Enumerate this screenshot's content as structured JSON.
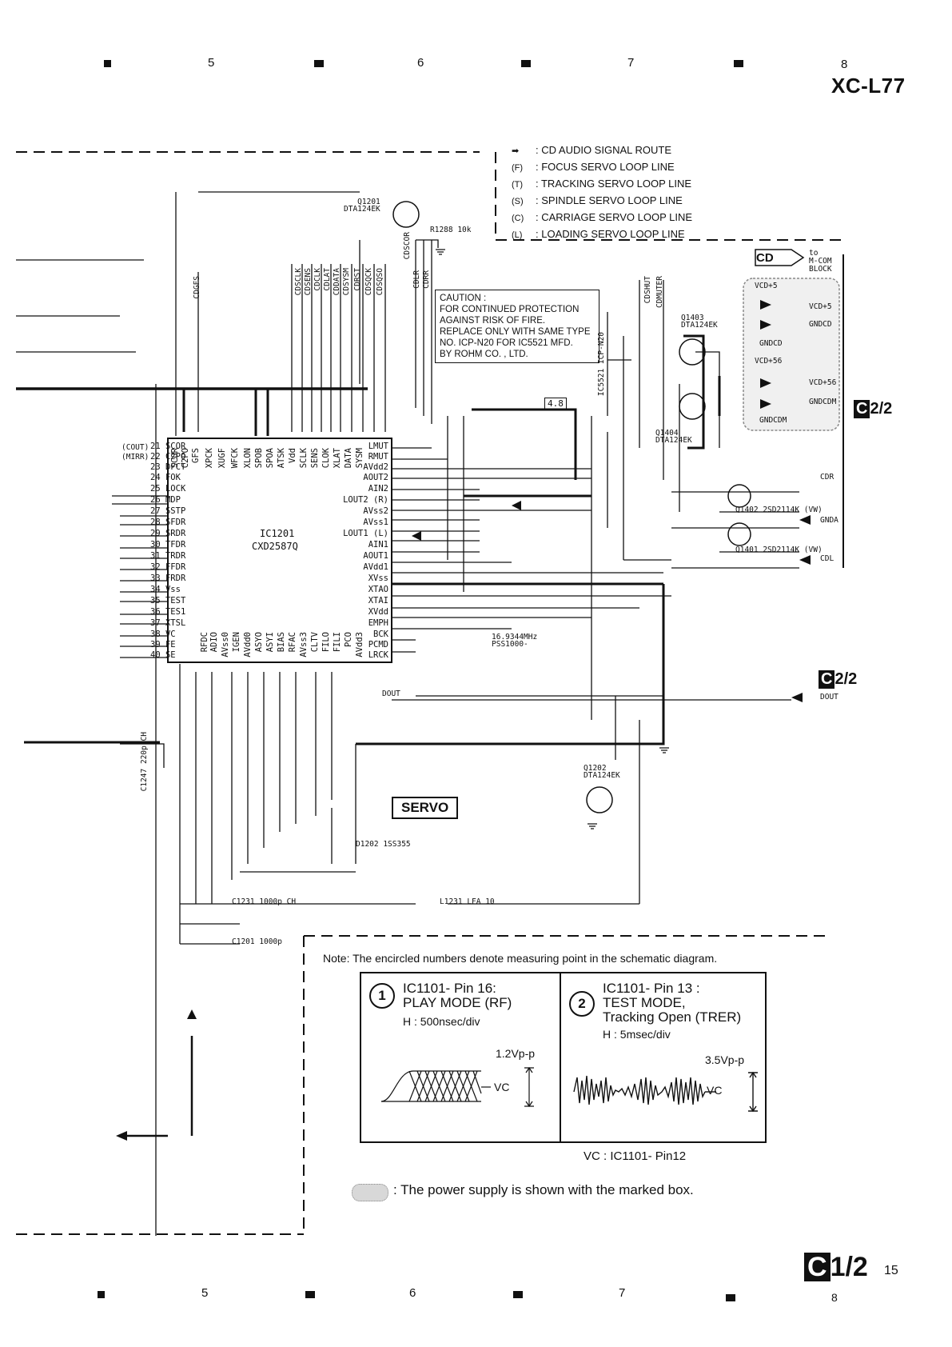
{
  "header": {
    "model": "XC-L77",
    "zones_top": [
      "5",
      "6",
      "7",
      "8"
    ],
    "zones_bottom": [
      "5",
      "6",
      "7",
      "8"
    ]
  },
  "legend": [
    {
      "symbol": "arrow",
      "text": ": CD AUDIO SIGNAL ROUTE"
    },
    {
      "symbol": "(F)",
      "text": ": FOCUS SERVO LOOP LINE"
    },
    {
      "symbol": "(T)",
      "text": ": TRACKING SERVO LOOP LINE"
    },
    {
      "symbol": "(S)",
      "text": ": SPINDLE SERVO LOOP LINE"
    },
    {
      "symbol": "(C)",
      "text": ": CARRIAGE SERVO LOOP LINE"
    },
    {
      "symbol": "(L)",
      "text": ": LOADING SERVO LOOP LINE"
    }
  ],
  "caution": [
    "CAUTION :",
    "FOR CONTINUED PROTECTION",
    "AGAINST RISK OF FIRE.",
    "REPLACE ONLY WITH SAME TYPE",
    "NO. ICP-N20 FOR IC5521 MFD.",
    "BY ROHM CO. , LTD."
  ],
  "ic": {
    "ref": "IC1201",
    "part": "CXD2587Q",
    "left_pins": [
      {
        "num": "21",
        "name": "SCOR"
      },
      {
        "num": "22",
        "name": "C2PO"
      },
      {
        "num": "23",
        "name": "DFCT"
      },
      {
        "num": "24",
        "name": "FOK"
      },
      {
        "num": "25",
        "name": "LOCK"
      },
      {
        "num": "26",
        "name": "MDP"
      },
      {
        "num": "27",
        "name": "SSTP"
      },
      {
        "num": "28",
        "name": "SFDR"
      },
      {
        "num": "29",
        "name": "SRDR"
      },
      {
        "num": "30",
        "name": "TFDR"
      },
      {
        "num": "31",
        "name": "TRDR"
      },
      {
        "num": "32",
        "name": "FFDR"
      },
      {
        "num": "33",
        "name": "FRDR"
      },
      {
        "num": "34",
        "name": "Vss"
      },
      {
        "num": "35",
        "name": "TEST"
      },
      {
        "num": "36",
        "name": "TES1"
      },
      {
        "num": "37",
        "name": "XTSL"
      },
      {
        "num": "38",
        "name": "VC"
      },
      {
        "num": "39",
        "name": "FE"
      },
      {
        "num": "40",
        "name": "SE"
      }
    ],
    "right_pins": [
      "LMUT",
      "RMUT",
      "AVdd2",
      "AOUT2",
      "AIN2",
      "LOUT2 (R)",
      "AVss2",
      "AVss1",
      "LOUT1 (L)",
      "AIN1",
      "AOUT1",
      "AVdd1",
      "XVss",
      "XTAO",
      "XTAI",
      "XVdd",
      "EMPH",
      "BCK",
      "PCMD",
      "LRCK"
    ],
    "top_pins": [
      "SCOR",
      "C2PO",
      "GFS",
      "XPCK",
      "XUGF",
      "WFCK",
      "XLON",
      "SPOB",
      "SPOA",
      "ATSK",
      "Vdd",
      "SCLK",
      "SENS",
      "CLOK",
      "XLAT",
      "DATA",
      "SYSM"
    ],
    "bottom_pins": [
      "RFDC",
      "ADIO",
      "AVss0",
      "IGEN",
      "AVdd0",
      "ASYO",
      "ASYI",
      "BIAS",
      "RFAC",
      "AVss3",
      "CLTV",
      "FILO",
      "FILI",
      "PCO",
      "AVdd3"
    ]
  },
  "labels": {
    "cout": "(COUT)",
    "mirr": "(MIRR)",
    "cd_connector": "CD",
    "to_block": [
      "to",
      "M-COM",
      "BLOCK"
    ],
    "vcd5": "VCD+5",
    "vcd56": "VCD+56",
    "gndcd": "GNDCD",
    "gndcdm": "GNDCDM",
    "cdr": "CDR",
    "gnda": "GNDA",
    "cdl": "CDL",
    "dout": "DOUT",
    "xtal": "16.9344MHz",
    "xtal_part": "PSS1000-",
    "q1201": "Q1201",
    "q1201_part": "DTA124EK",
    "q1403": "Q1403",
    "q1403_part": "DTA124EK",
    "q1404": "Q1404",
    "q1404_part": "DTA124EK",
    "q1202": "Q1202",
    "q1202_part": "DTA124EK",
    "q1402": "Q1402 2SD2114K (VW)",
    "q1401": "Q1401 2SD2114K (VW)",
    "ic5521": "IC5521 ICP-N20",
    "r1288": "R1288 10k",
    "d1202": "D1202 1SS355",
    "l1231": "L1231 LFA 10",
    "c1231": "C1231 1000p CH",
    "c1201": "C1201 1000p",
    "c1247": "C1247 220p CH",
    "servo_box": "SERVO",
    "measure_box": "4.8",
    "sig_cdgfs": "CDGFS",
    "sig_cdscor": "CDSCOR",
    "sig_cdlr": "CDLR",
    "sig_cdrr": "CDRR",
    "sig_cdshut": "CDSHUT",
    "sig_cdmuter": "CDMUTER",
    "sig_top": [
      "CDSCLK",
      "CDSENS",
      "CDCLK",
      "CDLAT",
      "CDDATA",
      "CDSYSM",
      "CDRST",
      "CDSQCK",
      "CDSQSO"
    ]
  },
  "page_ref": {
    "badge": "C",
    "text": "2/2"
  },
  "page_ref2": {
    "badge": "C",
    "text": "2/2"
  },
  "note": {
    "text": "Note: The encircled numbers denote measuring point in the schematic diagram.",
    "points": [
      {
        "num": "1",
        "title": "IC1101- Pin 16:",
        "mode": "PLAY MODE (RF)",
        "scale": "H : 500nsec/div",
        "amp": "1.2Vp-p",
        "ref": "VC"
      },
      {
        "num": "2",
        "title": "IC1101- Pin 13 :",
        "mode": "TEST MODE,",
        "mode2": "Tracking Open (TRER)",
        "scale": "H : 5msec/div",
        "amp": "3.5Vp-p",
        "ref": "VC"
      }
    ],
    "vc_note": "VC : IC1101- Pin12",
    "power_note": ": The power supply is shown with the marked box."
  },
  "footer": {
    "badge": "C",
    "page_fraction": "1/2",
    "page_num": "15",
    "sub": "8"
  }
}
